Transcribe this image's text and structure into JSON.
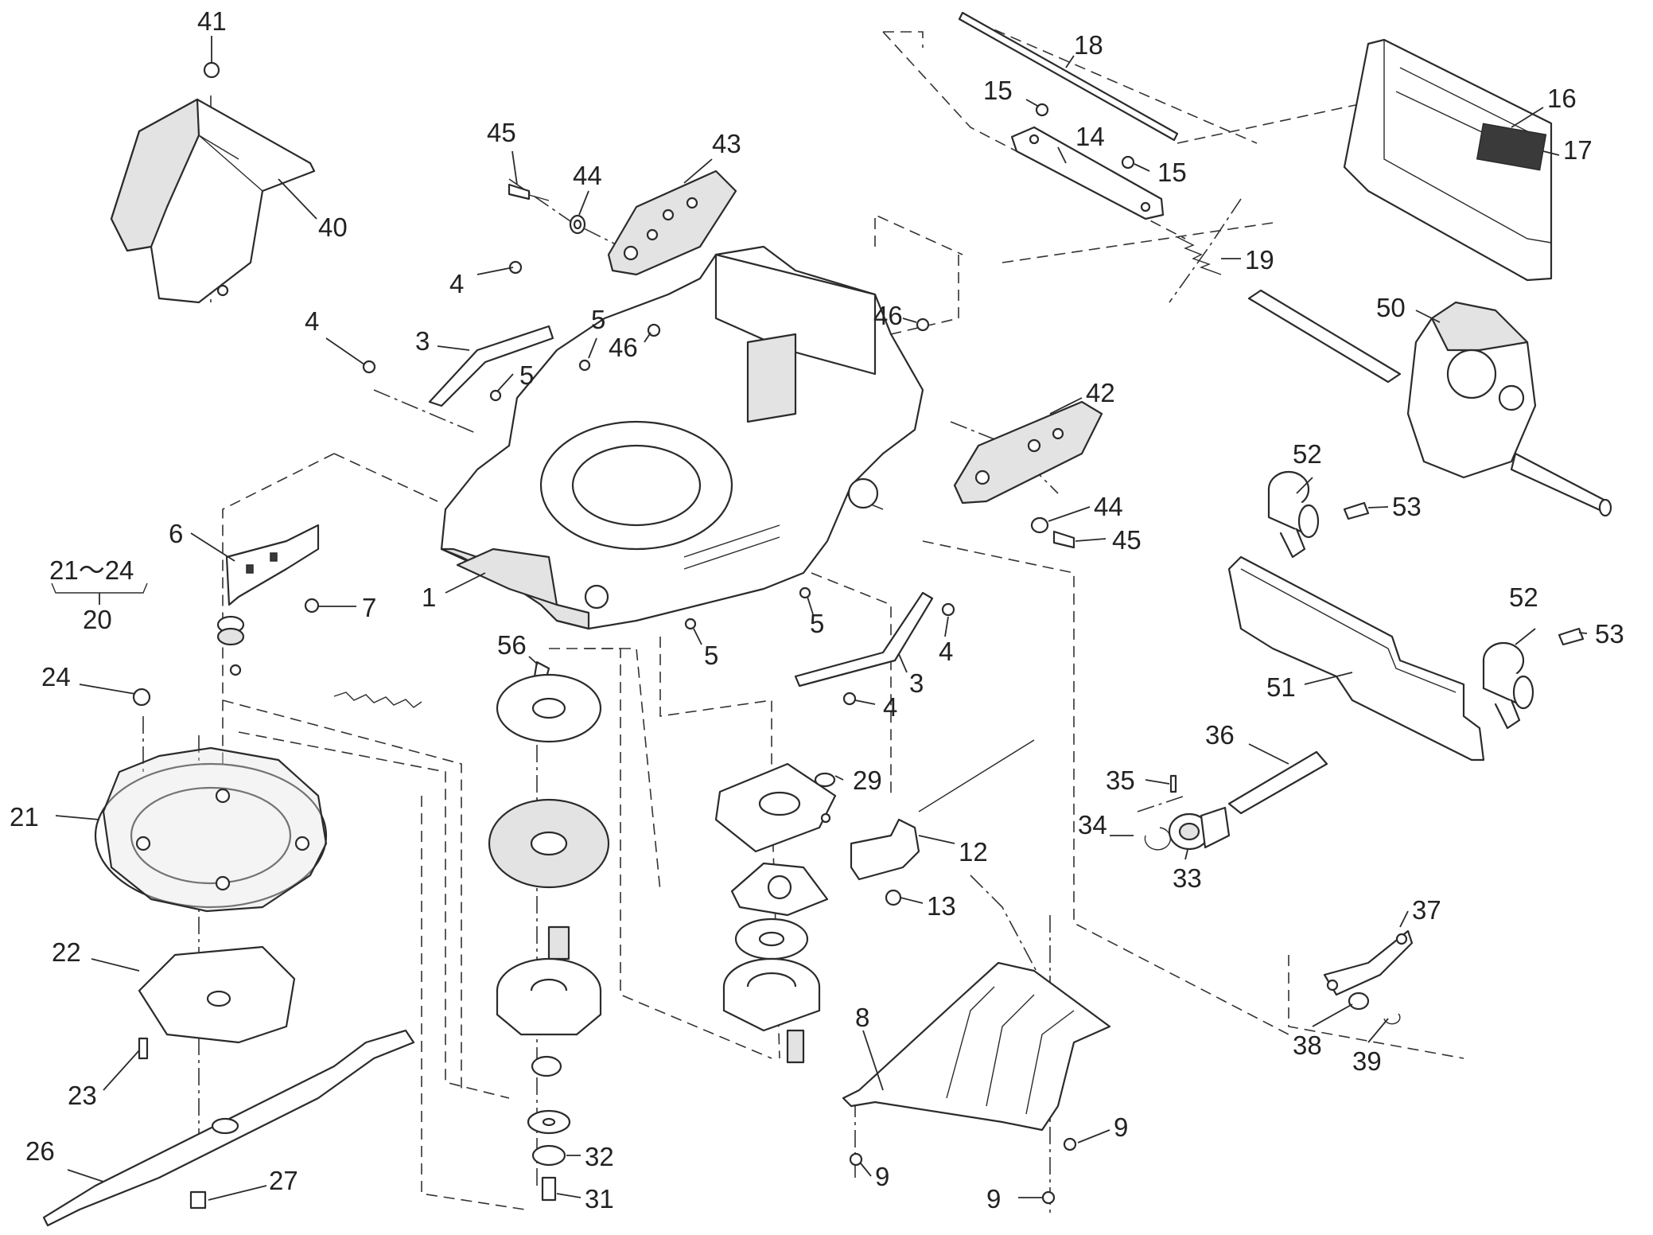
{
  "diagram": {
    "callouts": [
      {
        "id": "c41",
        "text": "41"
      },
      {
        "id": "c40",
        "text": "40"
      },
      {
        "id": "c45a",
        "text": "45"
      },
      {
        "id": "c44a",
        "text": "44"
      },
      {
        "id": "c43",
        "text": "43"
      },
      {
        "id": "c18",
        "text": "18"
      },
      {
        "id": "c15a",
        "text": "15"
      },
      {
        "id": "c14",
        "text": "14"
      },
      {
        "id": "c15b",
        "text": "15"
      },
      {
        "id": "c16",
        "text": "16"
      },
      {
        "id": "c17",
        "text": "17"
      },
      {
        "id": "c19",
        "text": "19"
      },
      {
        "id": "c4a",
        "text": "4"
      },
      {
        "id": "c4b",
        "text": "4"
      },
      {
        "id": "c3a",
        "text": "3"
      },
      {
        "id": "c5a",
        "text": "5"
      },
      {
        "id": "c5b",
        "text": "5"
      },
      {
        "id": "c46a",
        "text": "46"
      },
      {
        "id": "c46b",
        "text": "46"
      },
      {
        "id": "c50",
        "text": "50"
      },
      {
        "id": "c42",
        "text": "42"
      },
      {
        "id": "c52a",
        "text": "52"
      },
      {
        "id": "c53a",
        "text": "53"
      },
      {
        "id": "c44b",
        "text": "44"
      },
      {
        "id": "c45b",
        "text": "45"
      },
      {
        "id": "c6",
        "text": "6"
      },
      {
        "id": "c2124",
        "text": "21～24"
      },
      {
        "id": "c20",
        "text": "20"
      },
      {
        "id": "c7",
        "text": "7"
      },
      {
        "id": "c1",
        "text": "1"
      },
      {
        "id": "c5c",
        "text": "5"
      },
      {
        "id": "c5d",
        "text": "5"
      },
      {
        "id": "c4c",
        "text": "4"
      },
      {
        "id": "c3b",
        "text": "3"
      },
      {
        "id": "c4d",
        "text": "4"
      },
      {
        "id": "c52b",
        "text": "52"
      },
      {
        "id": "c53b",
        "text": "53"
      },
      {
        "id": "c51",
        "text": "51"
      },
      {
        "id": "c24",
        "text": "24"
      },
      {
        "id": "c56",
        "text": "56"
      },
      {
        "id": "c36",
        "text": "36"
      },
      {
        "id": "c35",
        "text": "35"
      },
      {
        "id": "c29",
        "text": "29"
      },
      {
        "id": "c21",
        "text": "21"
      },
      {
        "id": "c34",
        "text": "34"
      },
      {
        "id": "c12",
        "text": "12"
      },
      {
        "id": "c33",
        "text": "33"
      },
      {
        "id": "c13",
        "text": "13"
      },
      {
        "id": "c37",
        "text": "37"
      },
      {
        "id": "c22",
        "text": "22"
      },
      {
        "id": "c8",
        "text": "8"
      },
      {
        "id": "c38",
        "text": "38"
      },
      {
        "id": "c39",
        "text": "39"
      },
      {
        "id": "c23",
        "text": "23"
      },
      {
        "id": "c9a",
        "text": "9"
      },
      {
        "id": "c26",
        "text": "26"
      },
      {
        "id": "c32",
        "text": "32"
      },
      {
        "id": "c27",
        "text": "27"
      },
      {
        "id": "c9b",
        "text": "9"
      },
      {
        "id": "c31",
        "text": "31"
      },
      {
        "id": "c9c",
        "text": "9"
      }
    ]
  }
}
